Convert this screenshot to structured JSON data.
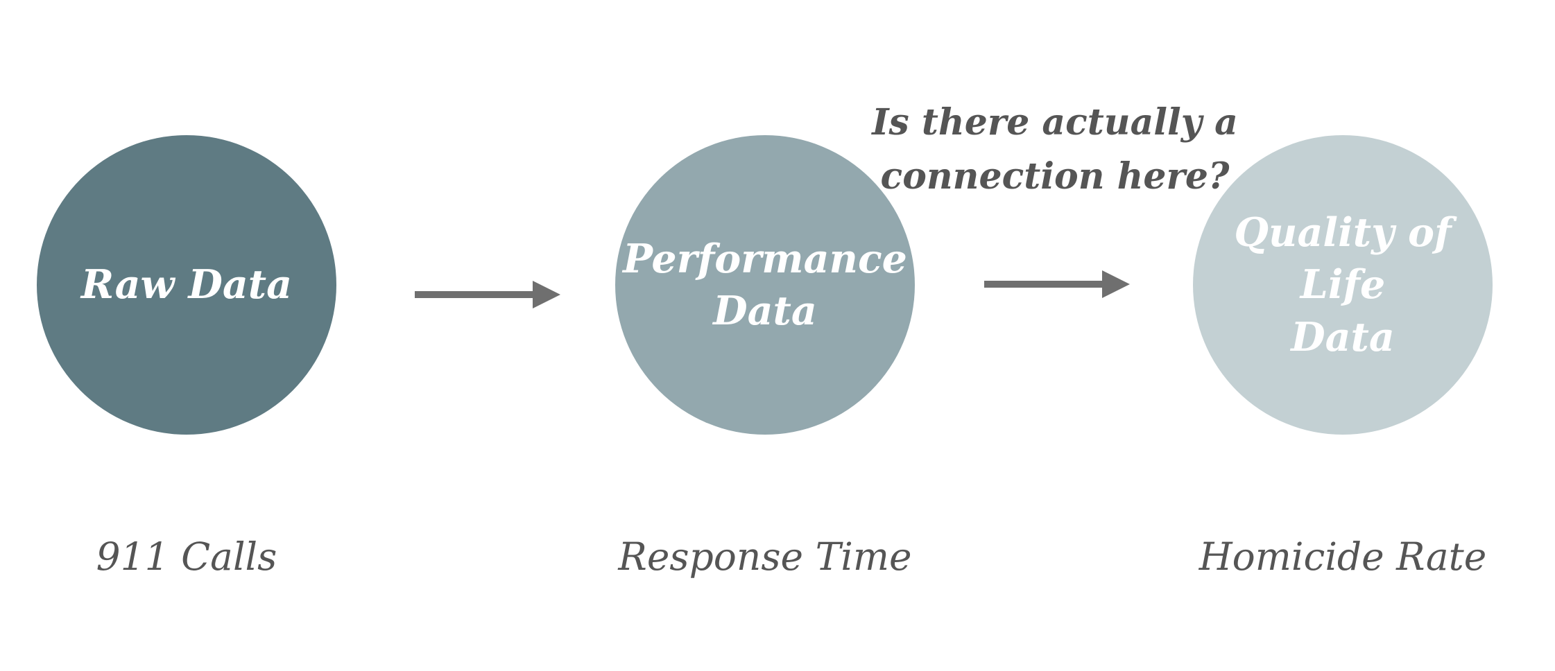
{
  "nodes": [
    {
      "label": "Raw Data",
      "color": "#5f7b83"
    },
    {
      "label": "Performance\nData",
      "color": "#93a8ae"
    },
    {
      "label": "Quality of Life\nData",
      "color": "#c3d0d3"
    }
  ],
  "captions": [
    "911 Calls",
    "Response Time",
    "Homicide Rate"
  ],
  "question": "Is there actually a\nconnection here?",
  "colors": {
    "arrow": "#6f6f6f",
    "caption_text": "#555555",
    "node_text": "#ffffff"
  }
}
